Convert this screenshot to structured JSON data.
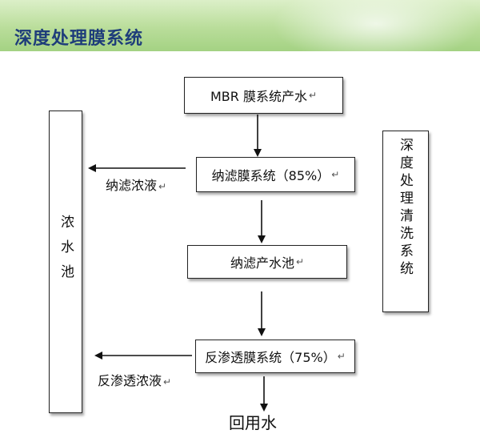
{
  "header": {
    "title": "深度处理膜系统"
  },
  "boxes": {
    "mbr": "MBR 膜系统产水",
    "nf": "纳滤膜系统（85%）",
    "nf_tank": "纳滤产水池",
    "ro": "反渗透膜系统（75%）"
  },
  "side": {
    "conc_tank": "浓水池",
    "cleaning": "深度处理清洗系统"
  },
  "labels": {
    "nf_conc": "纳滤浓液",
    "ro_conc": "反渗透浓液",
    "reuse": "回用水"
  },
  "colors": {
    "header_text": "#1e3d7a",
    "header_bg": "#b9dd9a",
    "line": "#111111"
  }
}
